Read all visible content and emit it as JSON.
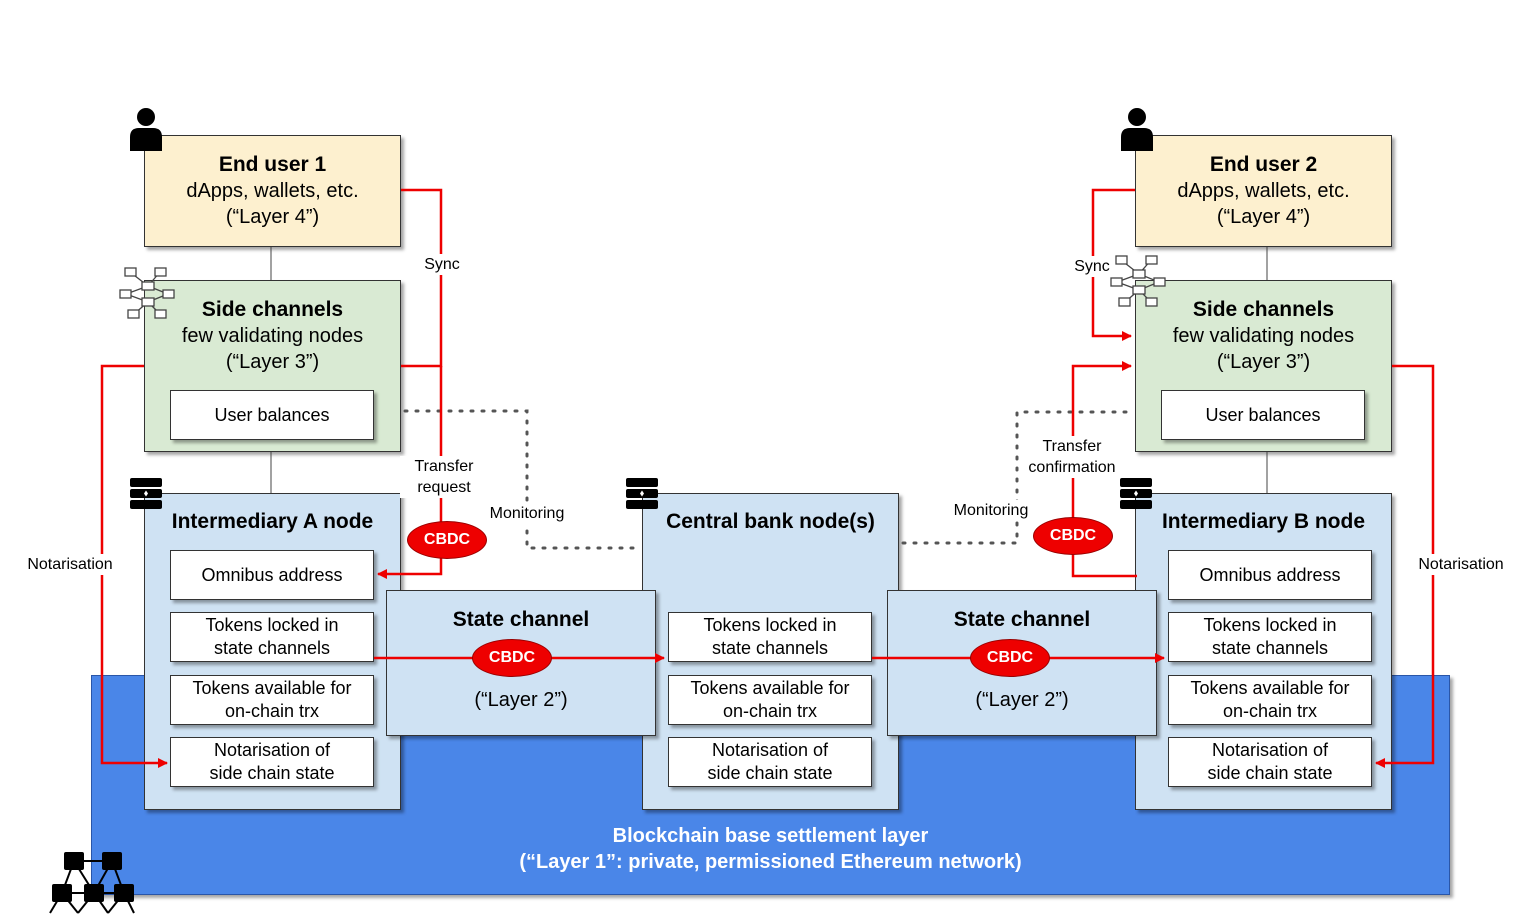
{
  "end_user_1": {
    "title": "End user 1",
    "line1": "dApps, wallets, etc.",
    "line2": "(“Layer 4”)"
  },
  "end_user_2": {
    "title": "End user 2",
    "line1": "dApps, wallets, etc.",
    "line2": "(“Layer 4”)"
  },
  "side_1": {
    "title": "Side channels",
    "line1": "few validating nodes",
    "line2": "(“Layer 3”)",
    "balances": "User balances"
  },
  "side_2": {
    "title": "Side channels",
    "line1": "few validating nodes",
    "line2": "(“Layer 3”)",
    "balances": "User balances"
  },
  "intermediary_a": {
    "title": "Intermediary A node",
    "omnibus": "Omnibus address",
    "locked_1": "Tokens locked in",
    "locked_2": "state channels",
    "available_1": "Tokens available for",
    "available_2": "on-chain trx",
    "notar_1": "Notarisation of",
    "notar_2": "side chain state"
  },
  "intermediary_b": {
    "title": "Intermediary B node",
    "omnibus": "Omnibus address",
    "locked_1": "Tokens locked in",
    "locked_2": "state channels",
    "available_1": "Tokens available for",
    "available_2": "on-chain trx",
    "notar_1": "Notarisation of",
    "notar_2": "side chain state"
  },
  "central_bank": {
    "title": "Central bank node(s)",
    "locked_1": "Tokens locked in",
    "locked_2": "state channels",
    "available_1": "Tokens available for",
    "available_2": "on-chain trx",
    "notar_1": "Notarisation of",
    "notar_2": "side chain state"
  },
  "state_channel_left": {
    "title": "State channel",
    "layer": "(“Layer 2”)"
  },
  "state_channel_right": {
    "title": "State channel",
    "layer": "(“Layer 2”)"
  },
  "base_layer": {
    "line1": "Blockchain base settlement layer",
    "line2": "(“Layer 1”: private, permissioned Ethereum network)"
  },
  "labels": {
    "sync_left": "Sync",
    "sync_right": "Sync",
    "transfer_request_1": "Transfer",
    "transfer_request_2": "request",
    "transfer_confirmation_1": "Transfer",
    "transfer_confirmation_2": "confirmation",
    "monitoring_left": "Monitoring",
    "monitoring_right": "Monitoring",
    "notarisation_left": "Notarisation",
    "notarisation_right": "Notarisation"
  },
  "cbdc": {
    "token": "CBDC"
  },
  "colors": {
    "arrow_red": "#ee0000",
    "base_blue": "#4a86e8",
    "end_user_fill": "#fdf0cf",
    "side_fill": "#d9ead3",
    "node_fill": "#cfe2f3"
  },
  "icons": [
    "person-icon",
    "network-mesh-icon",
    "server-node-icon",
    "cluster-network-icon"
  ]
}
